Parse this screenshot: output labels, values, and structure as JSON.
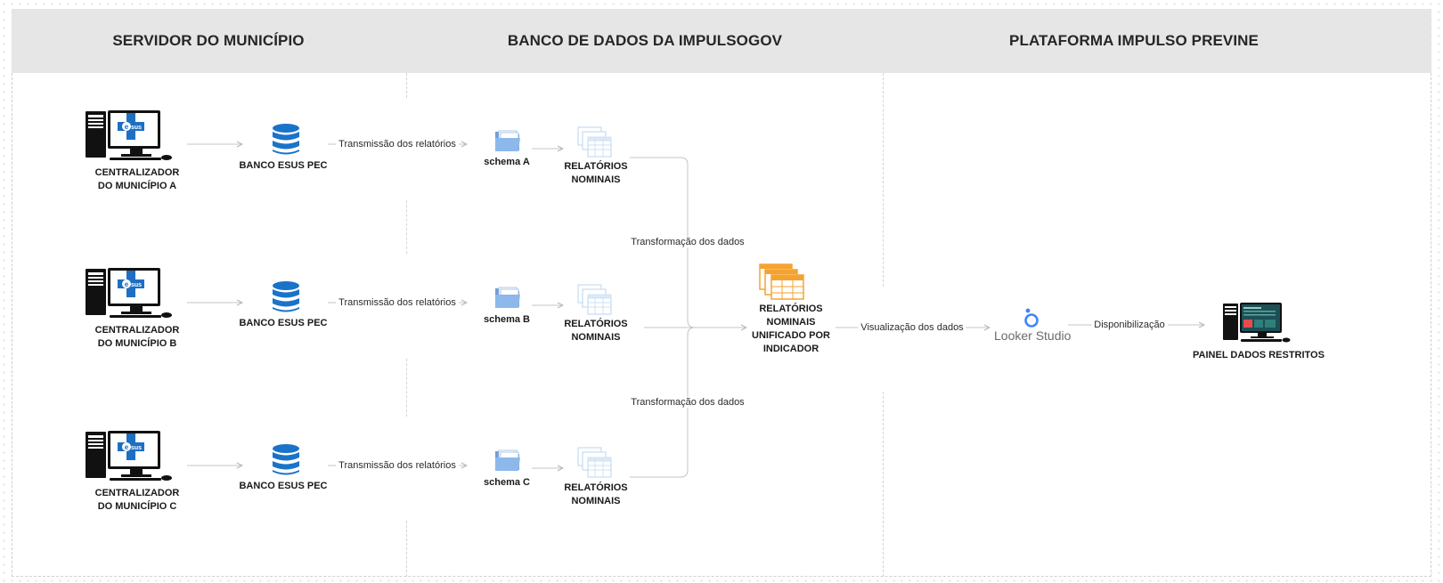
{
  "sections": {
    "servidor": "SERVIDOR DO MUNICÍPIO",
    "banco": "BANCO DE DADOS DA IMPULSOGOV",
    "plataforma": "PLATAFORMA IMPULSO PREVINE"
  },
  "rows": [
    {
      "centralizador": [
        "CENTRALIZADOR",
        "DO MUNICÍPIO A"
      ],
      "banco": "BANCO ESUS PEC",
      "transmissao": "Transmissão dos relatórios",
      "schema": "schema A",
      "relatorios": [
        "RELATÓRIOS",
        "NOMINAIS"
      ]
    },
    {
      "centralizador": [
        "CENTRALIZADOR",
        "DO MUNICÍPIO B"
      ],
      "banco": "BANCO ESUS PEC",
      "transmissao": "Transmissão dos relatórios",
      "schema": "schema B",
      "relatorios": [
        "RELATÓRIOS",
        "NOMINAIS"
      ]
    },
    {
      "centralizador": [
        "CENTRALIZADOR",
        "DO MUNICÍPIO C"
      ],
      "banco": "BANCO ESUS PEC",
      "transmissao": "Transmissão dos relatórios",
      "schema": "schema C",
      "relatorios": [
        "RELATÓRIOS",
        "NOMINAIS"
      ]
    }
  ],
  "esus_logo_text": "sus",
  "transformacao_top": "Transformação dos dados",
  "transformacao_bottom": "Transformação dos dados",
  "unificado": [
    "RELATÓRIOS",
    "NOMINAIS",
    "UNIFICADO POR",
    "INDICADOR"
  ],
  "visualizacao": "Visualização dos dados",
  "looker": "Looker Studio",
  "disponibilizacao": "Disponibilização",
  "painel": "PAINEL DADOS RESTRITOS",
  "colors": {
    "header_bg": "#e6e6e6",
    "db_blue": "#1a73c9",
    "esus_blue": "#1d6fc2",
    "folder_blue": "#7fb0e6",
    "sheet_light": "#cfe2f5",
    "sheet_orange": "#f5a330",
    "looker_blue": "#4285f4",
    "connector": "#c4c4c4"
  }
}
